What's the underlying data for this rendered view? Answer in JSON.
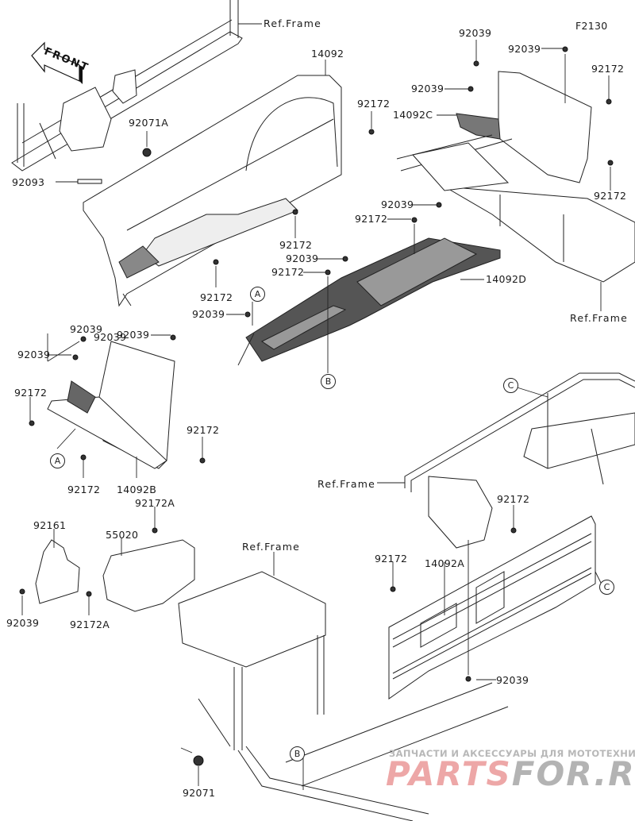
{
  "diagram": {
    "code": "F2130",
    "front_badge": "FRONT",
    "ref_frame": "Ref.Frame",
    "labels": [
      {
        "id": "l1",
        "text": "Ref.Frame"
      },
      {
        "id": "l2",
        "text": "14092"
      },
      {
        "id": "l3",
        "text": "92172"
      },
      {
        "id": "l4",
        "text": "92071A"
      },
      {
        "id": "l5",
        "text": "92093"
      },
      {
        "id": "l6",
        "text": "92172"
      },
      {
        "id": "l7",
        "text": "92172"
      },
      {
        "id": "l8",
        "text": "92039"
      },
      {
        "id": "l9",
        "text": "F2130"
      },
      {
        "id": "l10",
        "text": "92039"
      },
      {
        "id": "l11",
        "text": "92039"
      },
      {
        "id": "l12",
        "text": "92172"
      },
      {
        "id": "l13",
        "text": "92039"
      },
      {
        "id": "l14",
        "text": "14092C"
      },
      {
        "id": "l15",
        "text": "92172"
      },
      {
        "id": "l16",
        "text": "92039"
      },
      {
        "id": "l17",
        "text": "92172"
      },
      {
        "id": "l18",
        "text": "92039"
      },
      {
        "id": "l19",
        "text": "92172"
      },
      {
        "id": "l20",
        "text": "14092D"
      },
      {
        "id": "l21",
        "text": "92039"
      },
      {
        "id": "l22",
        "text": "Ref.Frame"
      },
      {
        "id": "l23",
        "text": "92039"
      },
      {
        "id": "l24",
        "text": "92039"
      },
      {
        "id": "l25",
        "text": "92039"
      },
      {
        "id": "l26",
        "text": "92172"
      },
      {
        "id": "l27",
        "text": "92172"
      },
      {
        "id": "l28",
        "text": "92172"
      },
      {
        "id": "l29",
        "text": "14092B"
      },
      {
        "id": "l30",
        "text": "92172A"
      },
      {
        "id": "l31",
        "text": "92161"
      },
      {
        "id": "l32",
        "text": "55020"
      },
      {
        "id": "l33",
        "text": "92039"
      },
      {
        "id": "l34",
        "text": "92172A"
      },
      {
        "id": "l35",
        "text": "Ref.Frame"
      },
      {
        "id": "l36",
        "text": "Ref.Frame"
      },
      {
        "id": "l37",
        "text": "92172"
      },
      {
        "id": "l38",
        "text": "92172"
      },
      {
        "id": "l39",
        "text": "14092A"
      },
      {
        "id": "l40",
        "text": "92039"
      },
      {
        "id": "l41",
        "text": "92071"
      }
    ],
    "callouts": [
      {
        "id": "c1",
        "text": "A"
      },
      {
        "id": "c2",
        "text": "B"
      },
      {
        "id": "c3",
        "text": "A"
      },
      {
        "id": "c4",
        "text": "C"
      },
      {
        "id": "c5",
        "text": "C"
      },
      {
        "id": "c6",
        "text": "B"
      }
    ]
  },
  "watermark": {
    "tagline": "ЗАПЧАСТИ И АКСЕССУАРЫ ДЛЯ МОТОТЕХНИКИ",
    "brand_part1": "PARTS",
    "brand_part2": "FOR.RU",
    "colors": {
      "red": "#e88a8a",
      "grey": "#9a9a9a"
    }
  }
}
